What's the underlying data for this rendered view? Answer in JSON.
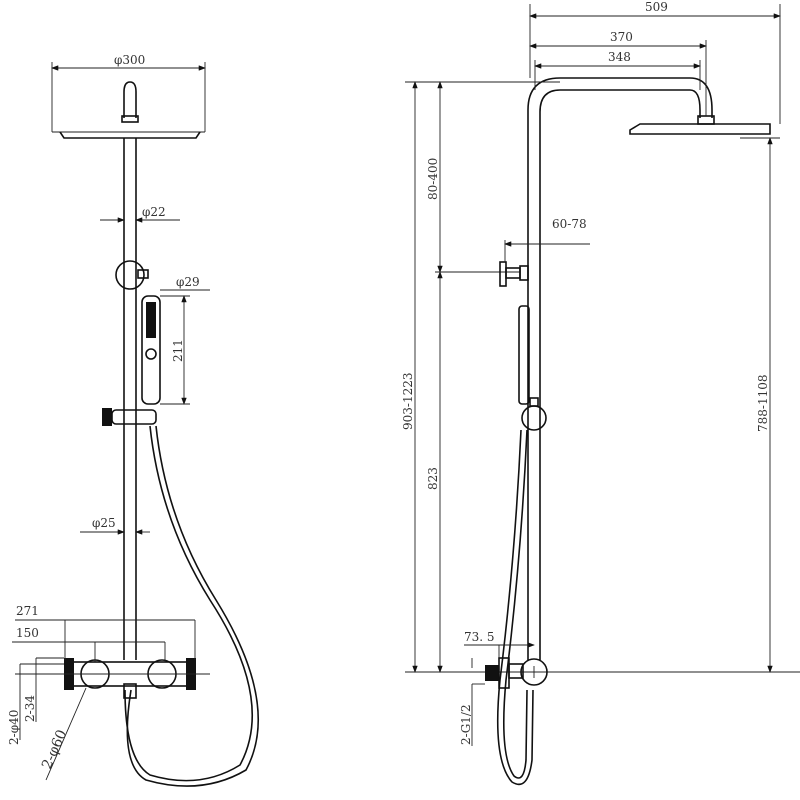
{
  "front_view": {
    "head_diameter": "φ300",
    "pipe_upper_diameter": "φ22",
    "hand_shower_diameter": "φ29",
    "hand_shower_length": "211",
    "pipe_lower_diameter": "φ25",
    "mixer_width": "271",
    "knob_spacing": "150",
    "inlet_diameter": "2-φ40",
    "inlet_depth": "2-34",
    "cover_diameter": "2-φ60"
  },
  "side_view": {
    "overall_width": "509",
    "arm_reach": "370",
    "arm_inner": "348",
    "top_adjust": "80-400",
    "bracket_offset": "60-78",
    "total_height": "903-1223",
    "lower_height": "823",
    "head_height": "788-1108",
    "mixer_offset": "73. 5",
    "inlet_thread": "2-G1/2"
  }
}
